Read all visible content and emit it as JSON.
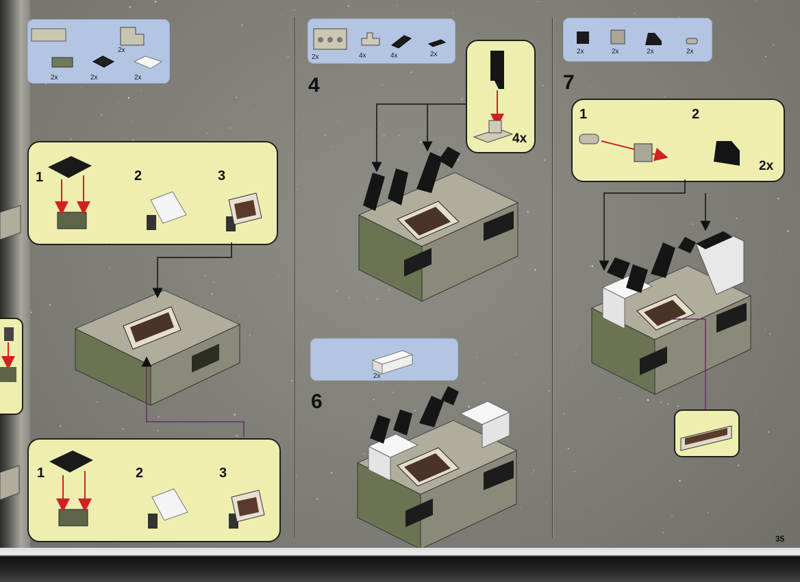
{
  "page_number": "35",
  "steps": {
    "step4": "4",
    "step6": "6",
    "step7": "7"
  },
  "callouts": {
    "top_left": {
      "n1": "1",
      "n2": "2",
      "n3": "3"
    },
    "bottom_left": {
      "n1": "1",
      "n2": "2",
      "n3": "3"
    },
    "step7": {
      "n1": "1",
      "n2": "2",
      "mult": "2x"
    },
    "step4_mult": "4x"
  },
  "parts_lists": {
    "col1": [
      "2x",
      "2x",
      "2x",
      "2x"
    ],
    "step4": [
      "2x",
      "4x",
      "4x",
      "2x"
    ],
    "step6": [
      "2x"
    ],
    "step7": [
      "2x",
      "2x",
      "2x",
      "2x"
    ]
  },
  "colors": {
    "background": "#8a8982",
    "callout_fill": "#eeeeb0",
    "parts_fill": "#b3c5e2",
    "brick_tan": "#b0ad9d",
    "brick_green": "#5e6a48",
    "brick_black": "#161616",
    "arrow_red": "#d02020"
  }
}
